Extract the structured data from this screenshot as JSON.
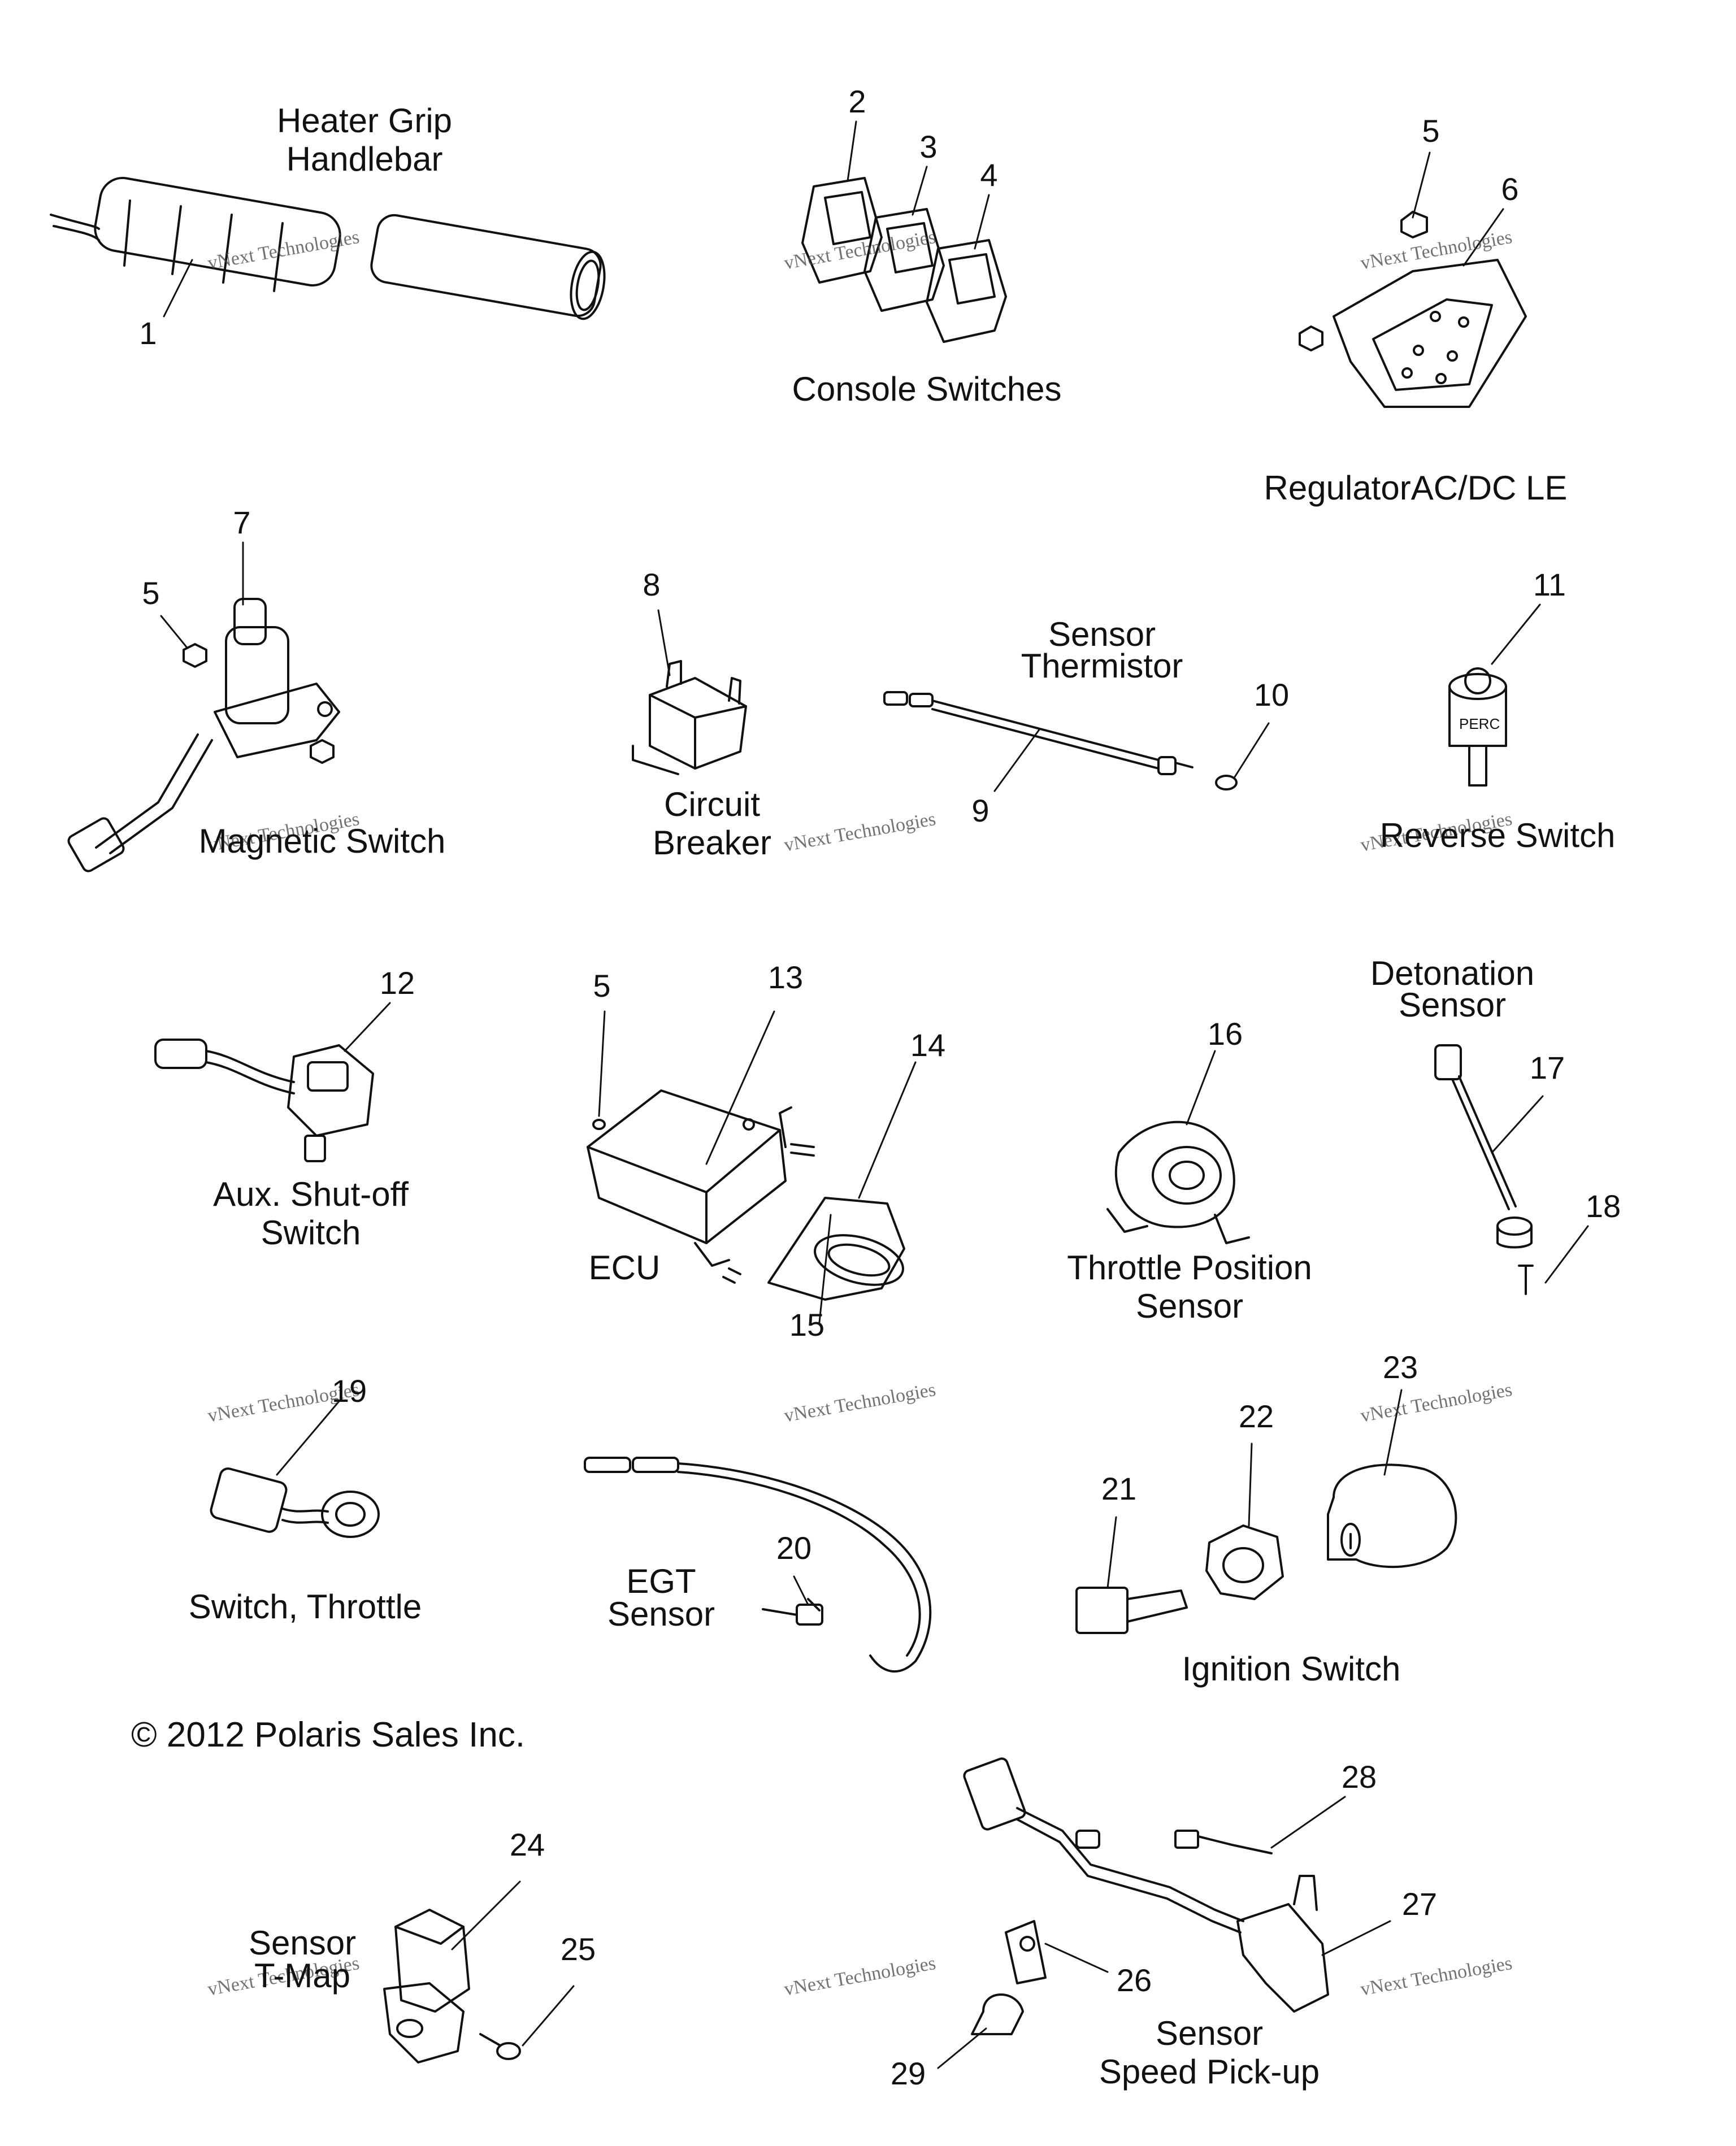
{
  "groups": {
    "heater_grip": [
      "Heater Grip",
      "Handlebar"
    ],
    "console_switches": [
      "Console Switches"
    ],
    "regulator": [
      "RegulatorAC/DC LE"
    ],
    "magnetic_switch": [
      "Magnetic Switch"
    ],
    "circuit_breaker": [
      "Circuit",
      "Breaker"
    ],
    "sensor_thermistor": [
      "Sensor",
      "Thermistor"
    ],
    "reverse_switch": [
      "Reverse Switch"
    ],
    "aux_shutoff": [
      "Aux. Shut-off",
      "Switch"
    ],
    "ecu": [
      "ECU"
    ],
    "throttle_position": [
      "Throttle Position",
      "Sensor"
    ],
    "detonation_sensor": [
      "Detonation",
      "Sensor"
    ],
    "switch_throttle": [
      "Switch, Throttle"
    ],
    "egt_sensor": [
      "EGT",
      "Sensor"
    ],
    "ignition_switch": [
      "Ignition Switch"
    ],
    "sensor_tmap": [
      "Sensor",
      "T-Map"
    ],
    "speed_pickup": [
      "Sensor",
      "Speed Pick-up"
    ]
  },
  "callouts": [
    "1",
    "2",
    "3",
    "4",
    "5",
    "6",
    "5",
    "7",
    "8",
    "9",
    "10",
    "11",
    "12",
    "5",
    "13",
    "14",
    "15",
    "16",
    "17",
    "18",
    "19",
    "20",
    "21",
    "22",
    "23",
    "24",
    "25",
    "26",
    "27",
    "28",
    "29"
  ],
  "part_text": {
    "perc_label": "PERC"
  },
  "copyright": "© 2012 Polaris Sales Inc.",
  "watermark": {
    "line1": "vNext Technologies",
    "line2": "Technologies"
  }
}
